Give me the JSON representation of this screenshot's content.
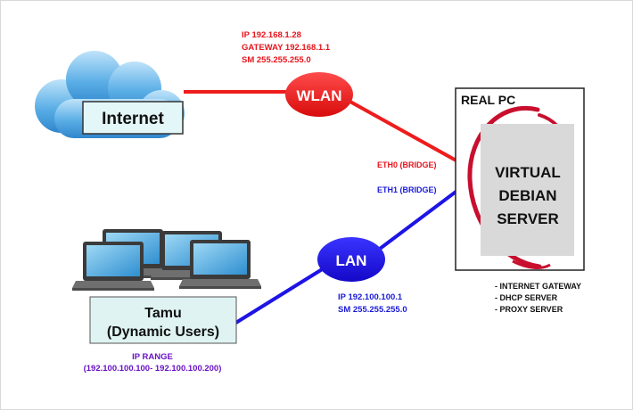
{
  "internet": {
    "label": "Internet"
  },
  "wlan": {
    "label": "WLAN",
    "ip": "IP 192.168.1.28",
    "gateway": "GATEWAY 192.168.1.1",
    "sm": "SM 255.255.255.0"
  },
  "lan": {
    "label": "LAN",
    "ip": "IP 192.100.100.1",
    "sm": "SM 255.255.255.0"
  },
  "real_pc": {
    "title": "REAL PC",
    "eth0": "ETH0 (BRIDGE)",
    "eth1": "ETH1 (BRIDGE)",
    "vm": {
      "line1": "VIRTUAL",
      "line2": "DEBIAN",
      "line3": "SERVER"
    },
    "roles": [
      "- INTERNET GATEWAY",
      "- DHCP SERVER",
      "- PROXY SERVER"
    ]
  },
  "users": {
    "line1": "Tamu",
    "line2": "(Dynamic Users)",
    "range_title": "IP RANGE",
    "range_value": "(192.100.100.100- 192.100.100.200)"
  },
  "colors": {
    "wlan": "#ee1c1c",
    "lan": "#1e14e6",
    "wlan_text": "#e8141c",
    "lan_text": "#1a1ad8",
    "cloud": "#4aa3e0",
    "users_box": "#dff3f3",
    "vm_box": "#d9d9d9"
  }
}
